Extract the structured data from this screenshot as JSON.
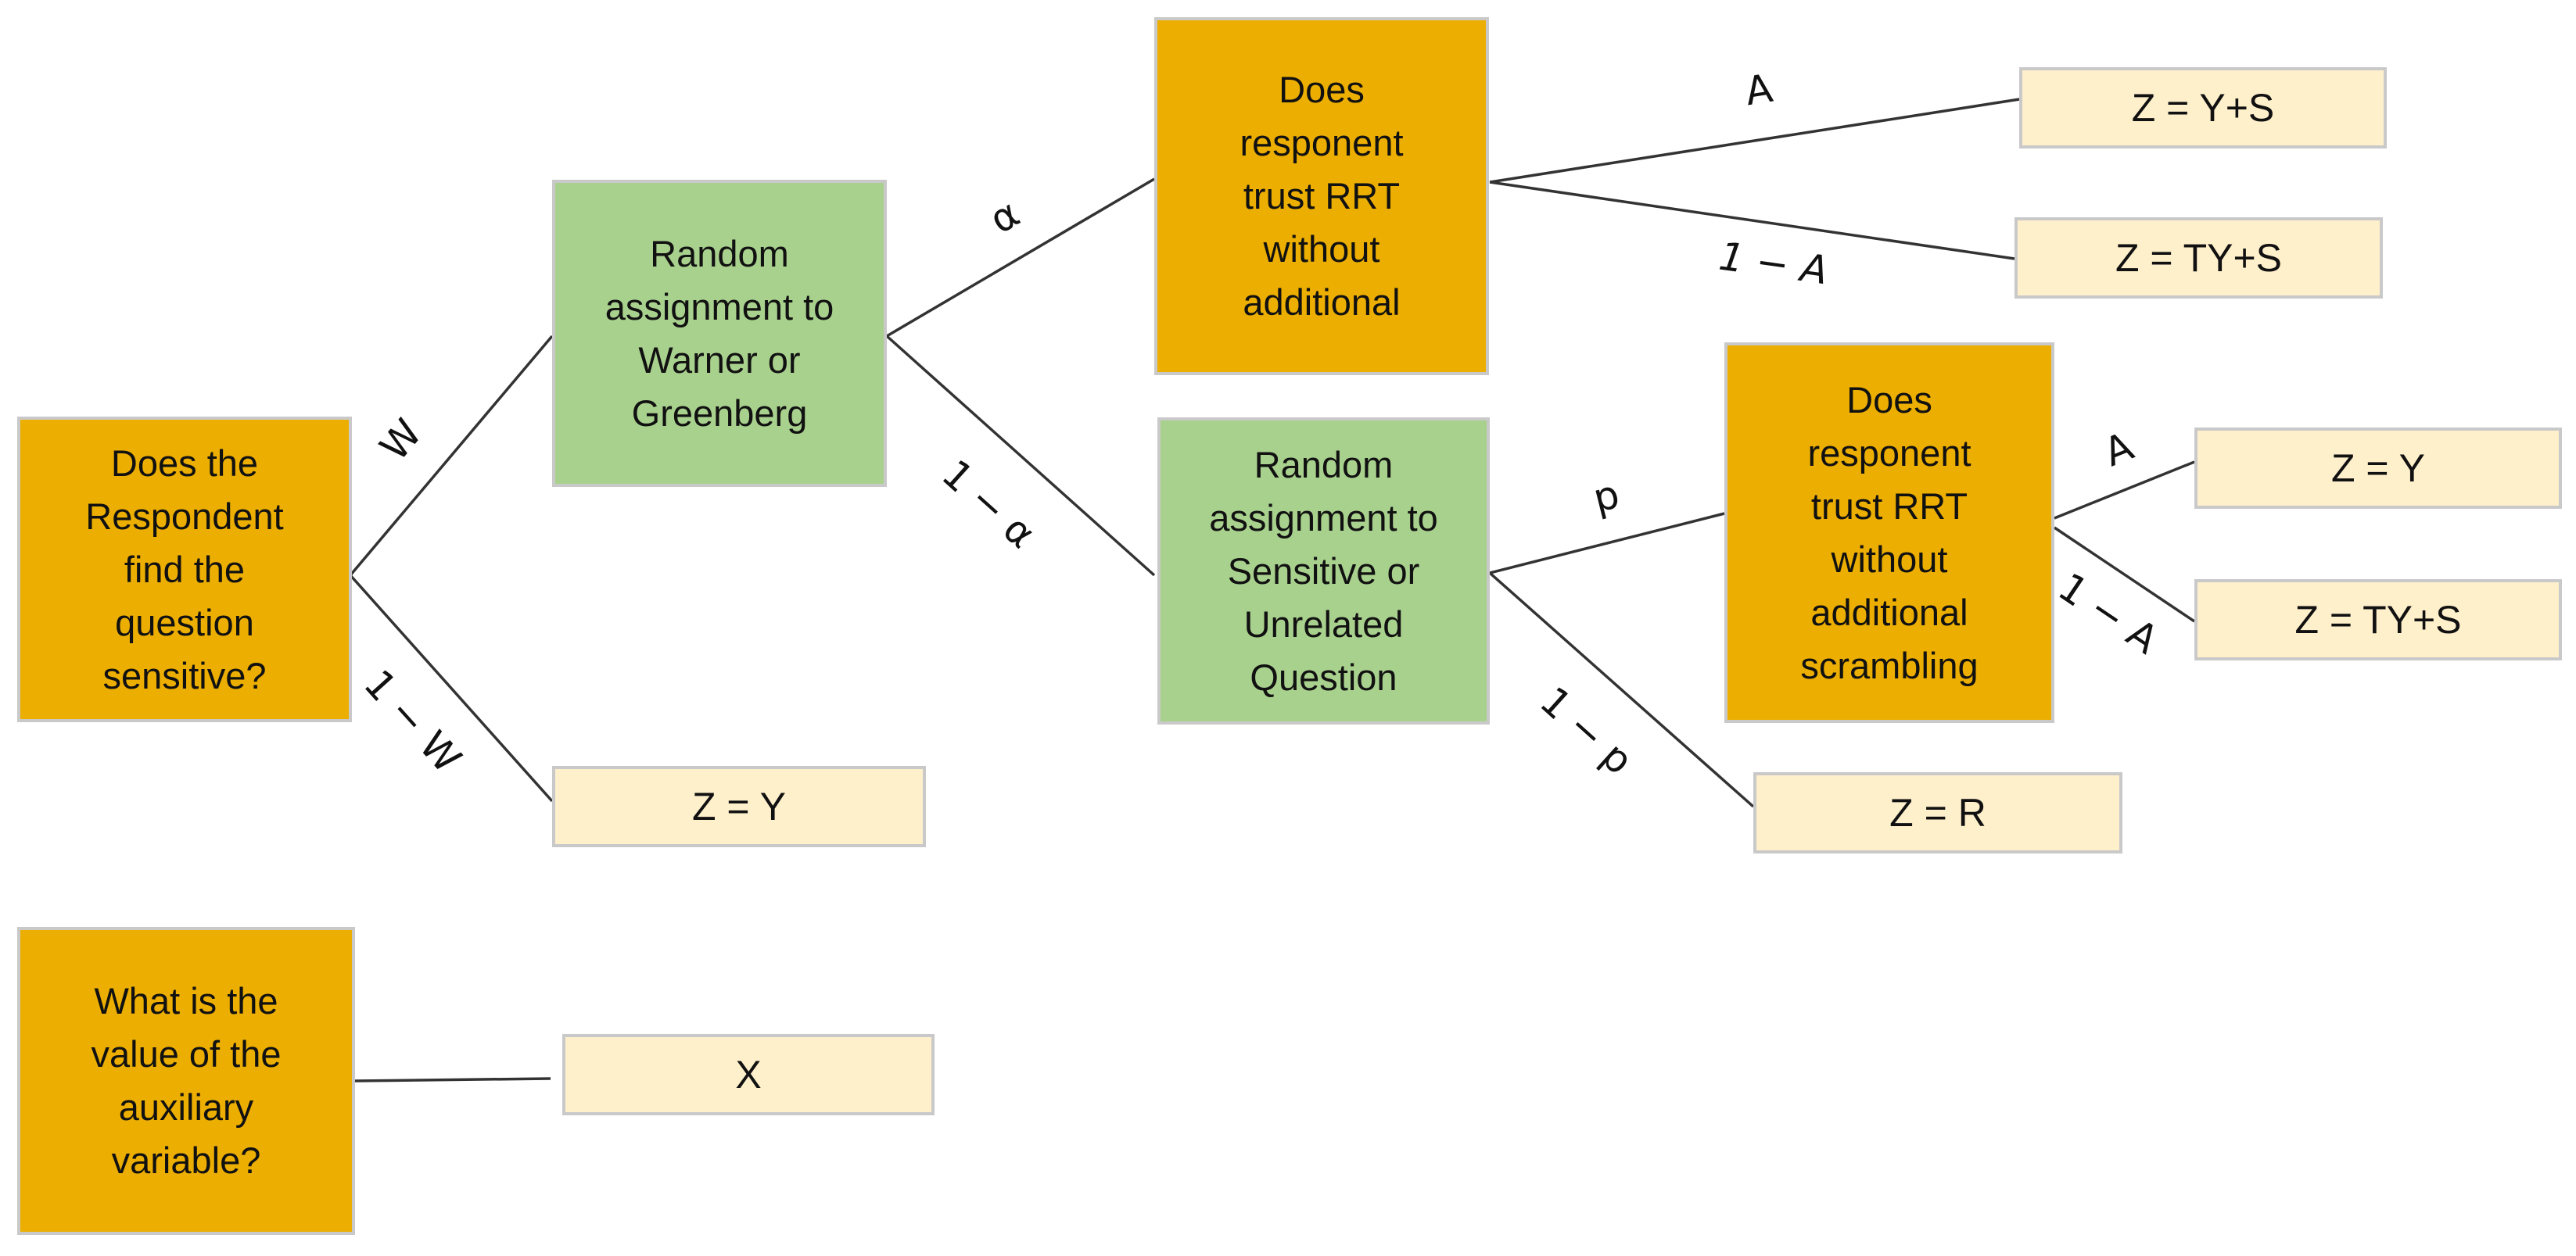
{
  "nodes": {
    "sensitive_question": "Does the\nRespondent\nfind the\nquestion\nsensitive?",
    "random_warner_greenberg": "Random\nassignment to\nWarner or\nGreenberg",
    "trust_rrt_top": "Does\nresponent\ntrust RRT\nwithout\nadditional",
    "random_sensitive_unrelated": "Random\nassignment to\nSensitive or\nUnrelated\nQuestion",
    "trust_rrt_scrambling": "Does\nresponent\ntrust RRT\nwithout\nadditional\nscrambling",
    "auxiliary_question": "What is the\nvalue of the\nauxiliary\nvariable?"
  },
  "outcomes": {
    "z_y_plus_s": "Z = Y+S",
    "z_ty_plus_s_top": "Z = TY+S",
    "z_y_right": "Z = Y",
    "z_ty_plus_s_right": "Z = TY+S",
    "z_y_left": "Z = Y",
    "z_r": "Z = R",
    "x": "X"
  },
  "edge_labels": {
    "w": "W",
    "one_minus_w": "1 − W",
    "alpha": "α",
    "one_minus_alpha": "1 − α",
    "a_top": "A",
    "one_minus_a_top": "1 − A",
    "p": "p",
    "one_minus_p": "1 − p",
    "a_right": "A",
    "one_minus_a_right": "1 − A"
  },
  "colors": {
    "decision_fill": "#ecae00",
    "random_fill": "#a9d18e",
    "outcome_fill": "#fff0cc",
    "border": "#c9c9c9",
    "line": "#333333"
  }
}
